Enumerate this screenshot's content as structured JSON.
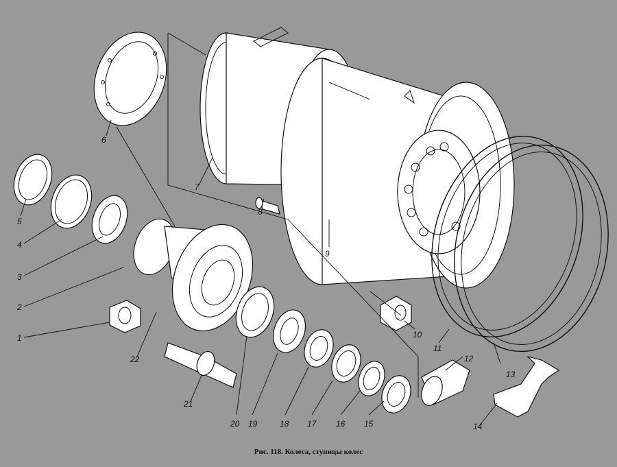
{
  "figure": {
    "caption": "Рис. 118. Колеса, ступицы колес",
    "background": "#999999",
    "ink": "#111111",
    "part_labels": [
      "1",
      "2",
      "3",
      "4",
      "5",
      "6",
      "7",
      "8",
      "9",
      "10",
      "11",
      "12",
      "13",
      "14",
      "15",
      "16",
      "17",
      "18",
      "19",
      "20",
      "21",
      "22"
    ]
  }
}
